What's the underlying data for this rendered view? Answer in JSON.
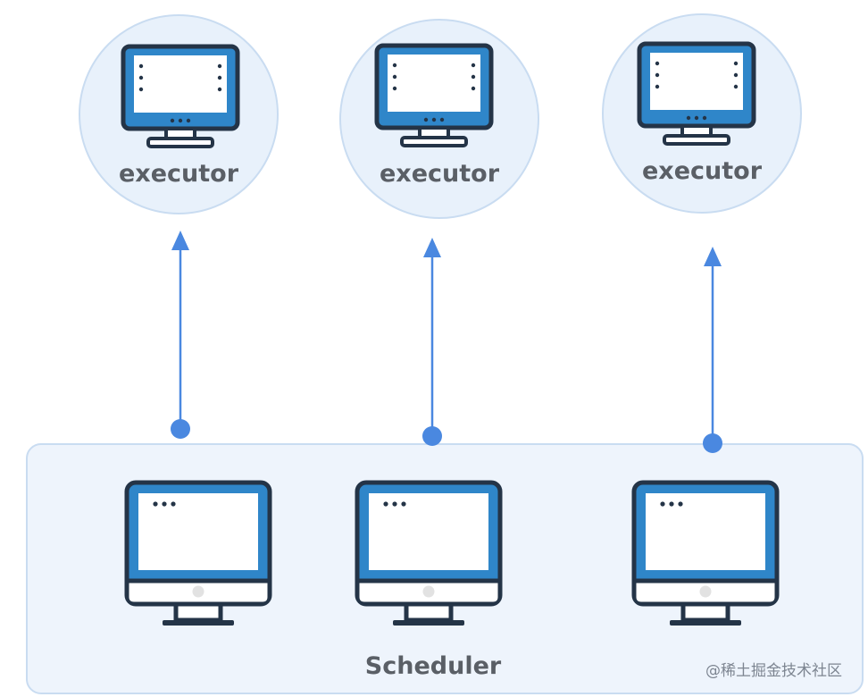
{
  "colors": {
    "accent": "#4a88e0",
    "circle_fill": "#e8f1fb",
    "circle_stroke": "#c9dcf1",
    "panel_fill": "#eef4fc",
    "panel_stroke": "#c9dcf1",
    "monitor_outline": "#243447",
    "screen_blue": "#2f86c9",
    "label": "#5a5f66"
  },
  "executors": [
    {
      "label": "executor",
      "icon": "monitor-icon"
    },
    {
      "label": "executor",
      "icon": "monitor-icon"
    },
    {
      "label": "executor",
      "icon": "monitor-icon"
    }
  ],
  "scheduler": {
    "label": "Scheduler",
    "icons": [
      "imac-icon",
      "imac-icon",
      "imac-icon"
    ]
  },
  "connections": [
    {
      "from": "scheduler",
      "to": "executor-1",
      "style": "arrow"
    },
    {
      "from": "scheduler",
      "to": "executor-2",
      "style": "arrow"
    },
    {
      "from": "scheduler",
      "to": "executor-3",
      "style": "arrow"
    }
  ],
  "watermark": "@稀土掘金技术社区"
}
